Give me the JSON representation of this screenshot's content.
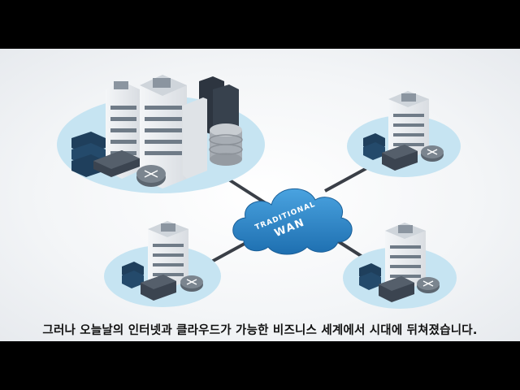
{
  "cloud": {
    "line1": "TRADITIONAL",
    "line2": "WAN",
    "color": "#2a7fc1"
  },
  "sites": [
    {
      "name": "headquarters",
      "icons": [
        "office-building-icon",
        "server-rack-icon",
        "database-icon",
        "switch-icon",
        "router-icon"
      ]
    },
    {
      "name": "branch-top-right",
      "icons": [
        "office-building-icon",
        "server-rack-icon",
        "switch-icon",
        "router-icon"
      ]
    },
    {
      "name": "branch-bottom-left",
      "icons": [
        "office-building-icon",
        "server-rack-icon",
        "switch-icon",
        "router-icon"
      ]
    },
    {
      "name": "branch-bottom-right",
      "icons": [
        "office-building-icon",
        "server-rack-icon",
        "switch-icon",
        "router-icon"
      ]
    }
  ],
  "colors": {
    "site_ellipse": "#c6e4f2",
    "link_line": "#3a3f47",
    "building": "#e9ecef",
    "server": "#1f3f5c"
  },
  "caption": "그러나 오늘날의 인터넷과 클라우드가 가능한 비즈니스 세계에서 시대에 뒤쳐졌습니다."
}
